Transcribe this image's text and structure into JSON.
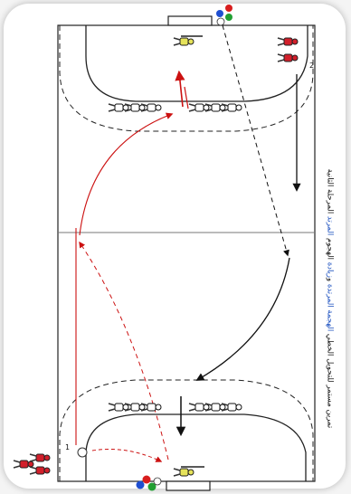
{
  "labels": {
    "player_1": "1",
    "player_2": "2"
  },
  "caption": {
    "part_1": "تمرين مستمر للتحويل الخطي ",
    "part_2": "الهجمة المرتدة",
    "part_3": " و",
    "part_4": "زيادة",
    "part_5": " الهجوم ",
    "part_6": "المرتد",
    "part_7": " المرحلة الثانية"
  },
  "colors": {
    "court_line": "#222222",
    "attack_route": "#cc1111",
    "run_route": "#111111",
    "attacker_shirt": "#d21f2b",
    "goalkeeper_shirt": "#e6e35a",
    "defender_shirt": "#ffffff",
    "ball_colors": [
      "#1f4fd1",
      "#d81e1e",
      "#22a033",
      "#ffffff"
    ]
  },
  "icons": {
    "player": "handball-player-icon",
    "ball": "ball-icon",
    "goal": "goal-icon"
  }
}
